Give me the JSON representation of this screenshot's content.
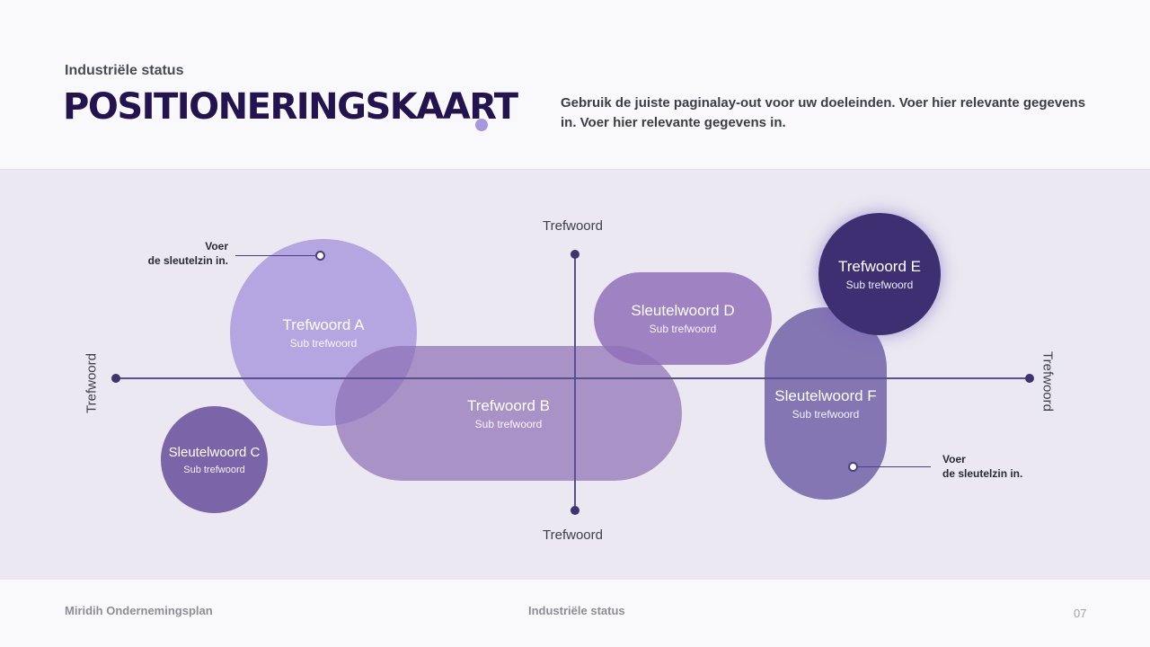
{
  "header": {
    "subtitle": "Industriële status",
    "title": "POSITIONERINGSKAART",
    "description": "Gebruik de juiste paginalay-out voor uw doeleinden. Voer hier relevante gegevens in. Voer hier relevante gegevens in."
  },
  "axes": {
    "top": "Trefwoord",
    "bottom": "Trefwoord",
    "left": "Trefwoord",
    "right": "Trefwoord"
  },
  "items": {
    "a": {
      "title": "Trefwoord A",
      "sub": "Sub trefwoord",
      "color": "#a896dc"
    },
    "b": {
      "title": "Trefwoord B",
      "sub": "Sub trefwoord",
      "color": "#9a80c0"
    },
    "c": {
      "title": "Sleutelwoord C",
      "sub": "Sub trefwoord",
      "color": "#7b64a8"
    },
    "d": {
      "title": "Sleutelwoord D",
      "sub": "Sub trefwoord",
      "color": "#9879bd"
    },
    "e": {
      "title": "Trefwoord E",
      "sub": "Sub trefwoord",
      "color": "#3d2f72"
    },
    "f": {
      "title": "Sleutelwoord F",
      "sub": "Sub trefwoord",
      "color": "#7666ab"
    }
  },
  "callouts": {
    "left": {
      "line1": "Voer",
      "line2": "de sleutelzin in."
    },
    "right": {
      "line1": "Voer",
      "line2": "de sleutelzin in."
    }
  },
  "footer": {
    "left": "Miridih Ondernemingsplan",
    "center": "Industriële status",
    "page": "07"
  }
}
